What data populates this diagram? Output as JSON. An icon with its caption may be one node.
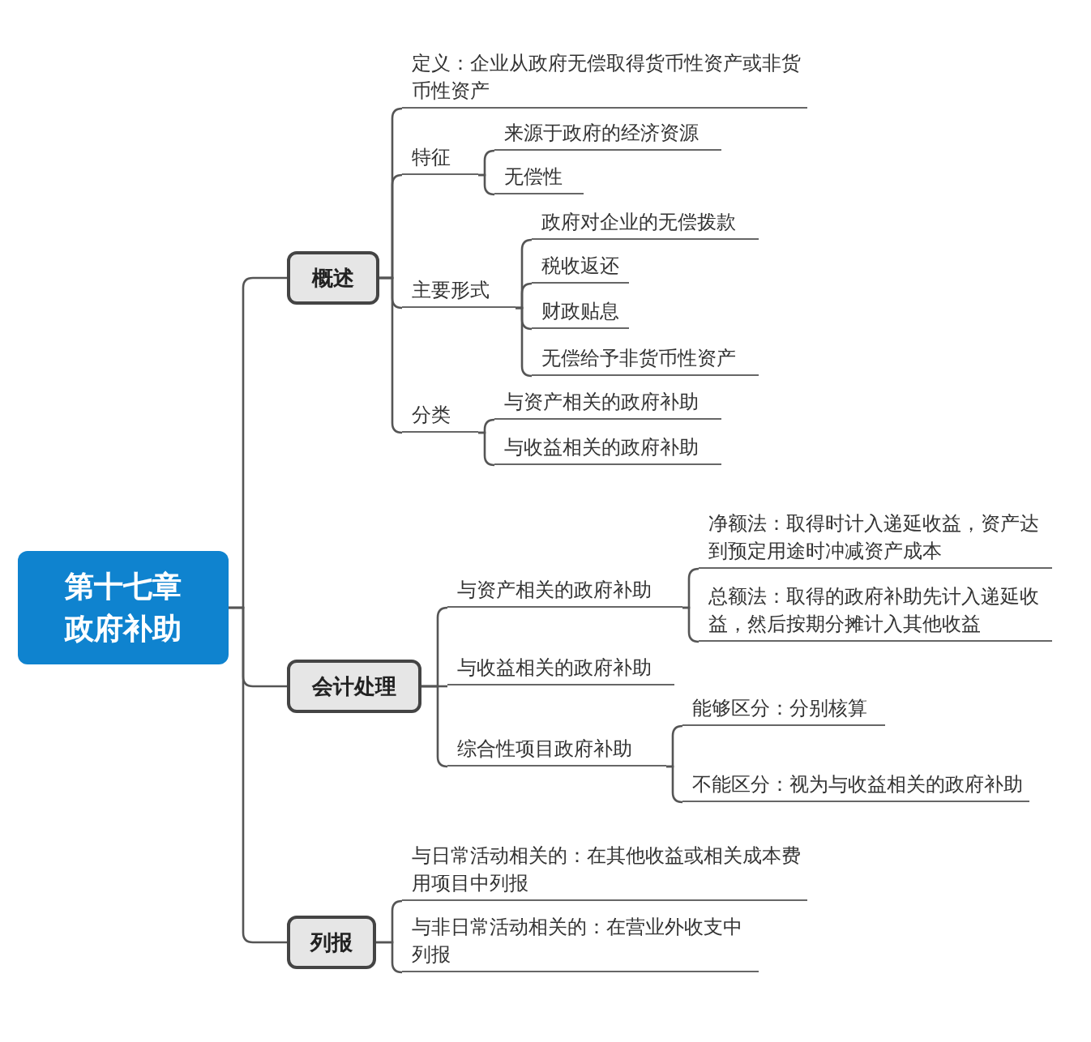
{
  "diagram": {
    "nodes": [
      {
        "text": [
          "第十七章政府补助"
        ]
      },
      {
        "text": [
          "概述"
        ]
      },
      {
        "text": [
          "定义：企业从政府无偿取得货币性资产或非货币性资产"
        ]
      },
      {
        "text": [
          "特征"
        ]
      },
      {
        "text": [
          "来源于政府的经济资源"
        ]
      },
      {
        "text": [
          "无偿性"
        ]
      },
      {
        "text": [
          "主要形式"
        ]
      },
      {
        "text": [
          "政府对企业的无偿拨款"
        ]
      },
      {
        "text": [
          "税收返还"
        ]
      },
      {
        "text": [
          "财政贴息"
        ]
      },
      {
        "text": [
          "无偿给予非货币性资产"
        ]
      },
      {
        "text": [
          "分类"
        ]
      },
      {
        "text": [
          "与资产相关的政府补助"
        ]
      },
      {
        "text": [
          "与收益相关的政府补助"
        ]
      },
      {
        "text": [
          "会计处理"
        ]
      },
      {
        "text": [
          "与资产相关的政府补助"
        ]
      },
      {
        "text": [
          "净额法：取得时计入递延收益，资产达到预定用途时冲减资产成本"
        ]
      },
      {
        "text": [
          "总额法：取得的政府补助先计入递延收益，然后按期分摊计入其他收益"
        ]
      },
      {
        "text": [
          "与收益相关的政府补助"
        ]
      },
      {
        "text": [
          "综合性项目政府补助"
        ]
      },
      {
        "text": [
          "能够区分：分别核算"
        ]
      },
      {
        "text": [
          "不能区分：视为与收益相关的政府补助"
        ]
      },
      {
        "text": [
          "列报"
        ]
      },
      {
        "text": [
          "与日常活动相关的：在其他收益或相关成本费用项目中列报"
        ]
      },
      {
        "text": [
          "与非日常活动相关的：在营业外收支中列报"
        ]
      }
    ],
    "edges": [
      {
        "from": 0,
        "to": 1,
        "arrow": "none"
      },
      {
        "from": 1,
        "to": 2,
        "arrow": "none"
      },
      {
        "from": 1,
        "to": 3,
        "arrow": "none"
      },
      {
        "from": 3,
        "to": 4,
        "arrow": "none"
      },
      {
        "from": 3,
        "to": 5,
        "arrow": "none"
      },
      {
        "from": 1,
        "to": 6,
        "arrow": "none"
      },
      {
        "from": 6,
        "to": 7,
        "arrow": "none"
      },
      {
        "from": 6,
        "to": 8,
        "arrow": "none"
      },
      {
        "from": 6,
        "to": 9,
        "arrow": "none"
      },
      {
        "from": 6,
        "to": 10,
        "arrow": "none"
      },
      {
        "from": 1,
        "to": 11,
        "arrow": "none"
      },
      {
        "from": 11,
        "to": 12,
        "arrow": "none"
      },
      {
        "from": 11,
        "to": 13,
        "arrow": "none"
      },
      {
        "from": 0,
        "to": 14,
        "arrow": "none"
      },
      {
        "from": 14,
        "to": 15,
        "arrow": "none"
      },
      {
        "from": 15,
        "to": 16,
        "arrow": "none"
      },
      {
        "from": 15,
        "to": 17,
        "arrow": "none"
      },
      {
        "from": 14,
        "to": 18,
        "arrow": "none"
      },
      {
        "from": 14,
        "to": 19,
        "arrow": "none"
      },
      {
        "from": 19,
        "to": 20,
        "arrow": "none"
      },
      {
        "from": 19,
        "to": 21,
        "arrow": "none"
      },
      {
        "from": 0,
        "to": 22,
        "arrow": "none"
      },
      {
        "from": 22,
        "to": 23,
        "arrow": "none"
      },
      {
        "from": 22,
        "to": 24,
        "arrow": "none"
      }
    ]
  }
}
